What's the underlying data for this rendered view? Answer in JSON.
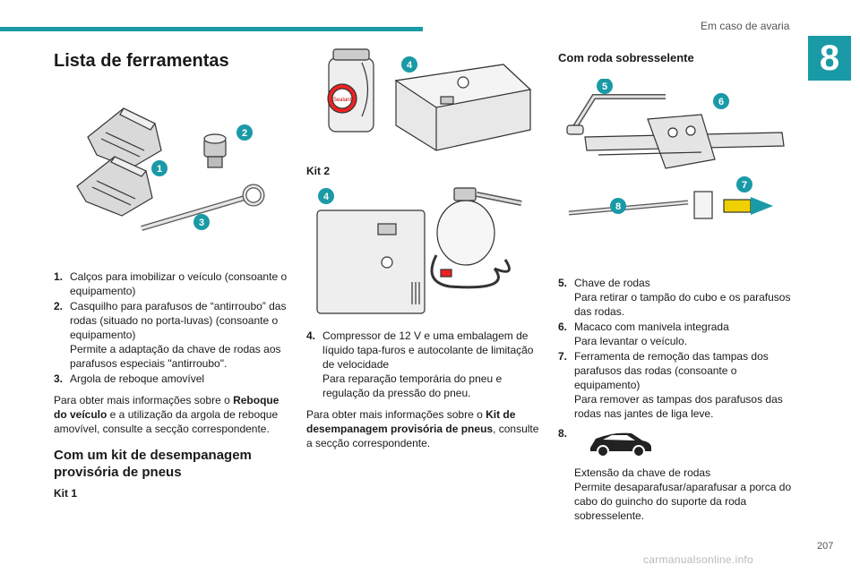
{
  "header": {
    "section": "Em caso de avaria",
    "chapter": "8"
  },
  "col1": {
    "title": "Lista de ferramentas",
    "items": [
      {
        "num": "1.",
        "text": "Calços para imobilizar o veículo (consoante o equipamento)"
      },
      {
        "num": "2.",
        "text": "Casquilho para parafusos de “antirroubo” das rodas (situado no porta-luvas) (consoante o equipamento)",
        "extra": "Permite a adaptação da chave de rodas aos parafusos especiais \"antirroubo\"."
      },
      {
        "num": "3.",
        "text": "Argola de reboque amovível"
      }
    ],
    "info_pre": "Para obter mais informações sobre o ",
    "info_bold": "Reboque do veículo",
    "info_post": " e a utilização da argola de reboque amovível, consulte a secção correspondente.",
    "subtitle": "Com um kit de desempanagem provisória de pneus",
    "kit1": "Kit 1"
  },
  "col2": {
    "kit2": "Kit 2",
    "sealant_label": "Sealant",
    "items": [
      {
        "num": "4.",
        "text": "Compressor de 12 V e uma embalagem de líquido tapa-furos e autocolante de limitação de velocidade",
        "extra": "Para reparação temporária do pneu e regulação da pressão do pneu."
      }
    ],
    "info_pre": "Para obter mais informações sobre o ",
    "info_bold": "Kit de desempanagem provisória de pneus",
    "info_post": ", consulte a secção correspondente."
  },
  "col3": {
    "title": "Com roda sobresselente",
    "items": [
      {
        "num": "5.",
        "text": "Chave de rodas",
        "extra": "Para retirar o tampão do cubo e os parafusos das rodas."
      },
      {
        "num": "6.",
        "text": "Macaco com manivela integrada",
        "extra": "Para levantar o veículo."
      },
      {
        "num": "7.",
        "text": "Ferramenta de remoção das tampas dos parafusos das rodas (consoante o equipamento)",
        "extra": "Para remover as tampas dos parafusos das rodas nas jantes de liga leve."
      }
    ],
    "item8": {
      "num": "8.",
      "text": "Extensão da chave de rodas",
      "extra": "Permite desaparafusar/aparafusar a porca do cabo do guincho do suporte da roda sobresselente."
    }
  },
  "badges": {
    "b1": "1",
    "b2": "2",
    "b3": "3",
    "b4": "4",
    "b4b": "4",
    "b5": "5",
    "b6": "6",
    "b7": "7",
    "b8": "8"
  },
  "footer": {
    "page": "207",
    "watermark": "carmanualsonline.info"
  },
  "colors": {
    "accent": "#1a9aa6",
    "text": "#1a1a1a",
    "muted": "#555555"
  }
}
